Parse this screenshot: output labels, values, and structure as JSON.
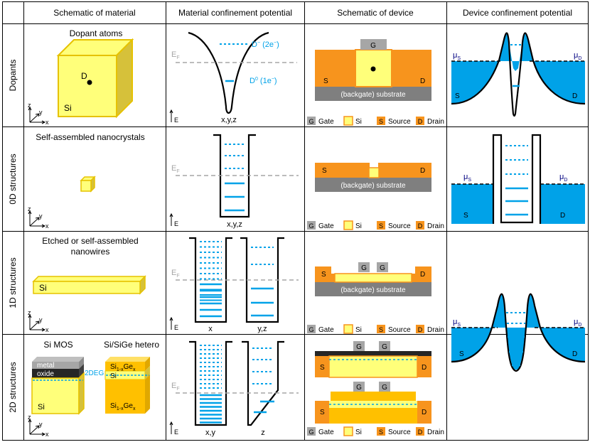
{
  "header": {
    "col1": "Schematic  of  material",
    "col2": "Material confinement potential",
    "col3": "Schematic  of  device",
    "col4": "Device confinement potential"
  },
  "rows": [
    {
      "label": "Dopants",
      "title": "Dopant atoms"
    },
    {
      "label": "0D structures",
      "title": "Self-assembled nanocrystals"
    },
    {
      "label": "1D structures",
      "title_line1": "Etched or self-assembled",
      "title_line2": "nanowires"
    },
    {
      "label": "2D structures",
      "title_mos": "Si MOS",
      "title_hetero": "Si/SiGe hetero"
    }
  ],
  "labels": {
    "si": "Si",
    "d": "D",
    "g": "G",
    "s": "S",
    "ef": "E",
    "ef_sub": "F",
    "e": "E",
    "xyz": "x,y,z",
    "x": "x",
    "yz": "y,z",
    "xy": "x,y",
    "z": "z",
    "y": "y",
    "d_minus_prefix": "D",
    "d_minus_sup": "−",
    "d_minus_rest": " (2e",
    "d0_prefix": "D",
    "d0_sup": "0",
    "d0_rest": " (1e",
    "e_sup": "−",
    "close_paren": ")",
    "substrate": "(backgate) substrate",
    "mu": "μ",
    "mu_s_sub": "S",
    "mu_d_sub": "D",
    "metal": "metal",
    "oxide": "oxide",
    "twodeg": "2DEG",
    "si1x": "Si",
    "si1x_sub": "1-x",
    "ge": "Ge",
    "ge_sub": "x"
  },
  "legend": [
    {
      "key": "G",
      "label": "Gate"
    },
    {
      "key": "",
      "label": "Si"
    },
    {
      "key": "S",
      "label": "Source"
    },
    {
      "key": "D",
      "label": "Drain"
    }
  ],
  "colors": {
    "si_fill": "#ffff7a",
    "si_edge": "#e6c200",
    "orange": "#f7941d",
    "gate_gray": "#a6a6a6",
    "substrate": "#7f7f7f",
    "blue": "#00a2e8",
    "dashed_gray": "#a6a6a6",
    "black_layer": "#262626"
  }
}
